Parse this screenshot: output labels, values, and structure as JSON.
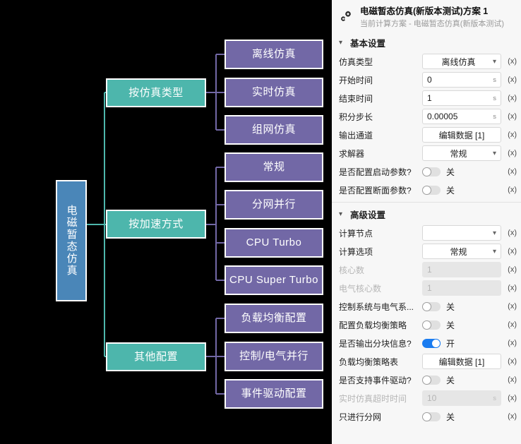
{
  "diagram": {
    "root": {
      "label": "电磁暂态仿真"
    },
    "branches": [
      {
        "label": "按仿真类型",
        "children": [
          "离线仿真",
          "实时仿真",
          "组网仿真"
        ]
      },
      {
        "label": "按加速方式",
        "children": [
          "常规",
          "分网并行",
          "CPU Turbo",
          "CPU Super Turbo"
        ]
      },
      {
        "label": "其他配置",
        "children": [
          "负载均衡配置",
          "控制/电气并行",
          "事件驱动配置"
        ]
      }
    ],
    "colors": {
      "root": "#4a86b8",
      "branch": "#4db6ac",
      "leaf": "#7268a6",
      "background": "#000000",
      "branch_line": "#4db6ac",
      "leaf_line": "#7268a6"
    }
  },
  "panel": {
    "header": {
      "icon": "cogs-icon",
      "title": "电磁暂态仿真(新版本测试)方案 1",
      "subtitle": "当前计算方案 - 电磁暂态仿真(新版本测试)"
    },
    "sections": [
      {
        "name": "basic",
        "title": "基本设置",
        "chevron": "chevron-down-icon",
        "rows": [
          {
            "label": "仿真类型",
            "kind": "select",
            "value": "离线仿真",
            "unit": "",
            "disabled": false,
            "x": "(x)"
          },
          {
            "label": "开始时间",
            "kind": "input",
            "value": "0",
            "unit": "s",
            "disabled": false,
            "x": "(x)"
          },
          {
            "label": "结束时间",
            "kind": "input",
            "value": "1",
            "unit": "s",
            "disabled": false,
            "x": "(x)"
          },
          {
            "label": "积分步长",
            "kind": "input",
            "value": "0.00005",
            "unit": "s",
            "disabled": false,
            "x": "(x)"
          },
          {
            "label": "输出通道",
            "kind": "button",
            "value": "编辑数据 [1]",
            "unit": "",
            "disabled": false,
            "x": "(x)"
          },
          {
            "label": "求解器",
            "kind": "select",
            "value": "常规",
            "unit": "",
            "disabled": false,
            "x": "(x)"
          },
          {
            "label": "是否配置启动参数?",
            "kind": "toggle",
            "value": "关",
            "on": false,
            "disabled": false,
            "x": "(x)"
          },
          {
            "label": "是否配置断面参数?",
            "kind": "toggle",
            "value": "关",
            "on": false,
            "disabled": false,
            "x": "(x)"
          }
        ]
      },
      {
        "name": "advanced",
        "title": "高级设置",
        "chevron": "chevron-down-icon",
        "rows": [
          {
            "label": "计算节点",
            "kind": "select",
            "value": "",
            "unit": "",
            "disabled": false,
            "x": "(x)"
          },
          {
            "label": "计算选项",
            "kind": "select",
            "value": "常规",
            "unit": "",
            "disabled": false,
            "x": "(x)"
          },
          {
            "label": "核心数",
            "kind": "input",
            "value": "1",
            "unit": "",
            "disabled": true,
            "x": "(x)"
          },
          {
            "label": "电气核心数",
            "kind": "input",
            "value": "1",
            "unit": "",
            "disabled": true,
            "x": "(x)"
          },
          {
            "label": "控制系统与电气系...",
            "kind": "toggle",
            "value": "关",
            "on": false,
            "disabled": false,
            "x": "(x)"
          },
          {
            "label": "配置负载均衡策略",
            "kind": "toggle",
            "value": "关",
            "on": false,
            "disabled": false,
            "x": "(x)"
          },
          {
            "label": "是否输出分块信息?",
            "kind": "toggle",
            "value": "开",
            "on": true,
            "disabled": false,
            "x": "(x)"
          },
          {
            "label": "负载均衡策略表",
            "kind": "button",
            "value": "编辑数据 [1]",
            "unit": "",
            "disabled": false,
            "x": "(x)"
          },
          {
            "label": "是否支持事件驱动?",
            "kind": "toggle",
            "value": "关",
            "on": false,
            "disabled": false,
            "x": "(x)"
          },
          {
            "label": "实时仿真超时时间",
            "kind": "input",
            "value": "10",
            "unit": "s",
            "disabled": true,
            "x": "(x)"
          },
          {
            "label": "只进行分网",
            "kind": "toggle",
            "value": "关",
            "on": false,
            "disabled": false,
            "x": "(x)"
          }
        ]
      }
    ],
    "colors": {
      "accent_on": "#1a7cf0",
      "background": "#f7f7f7",
      "input_bg": "#ffffff",
      "disabled_bg": "#e6e6e6"
    }
  }
}
